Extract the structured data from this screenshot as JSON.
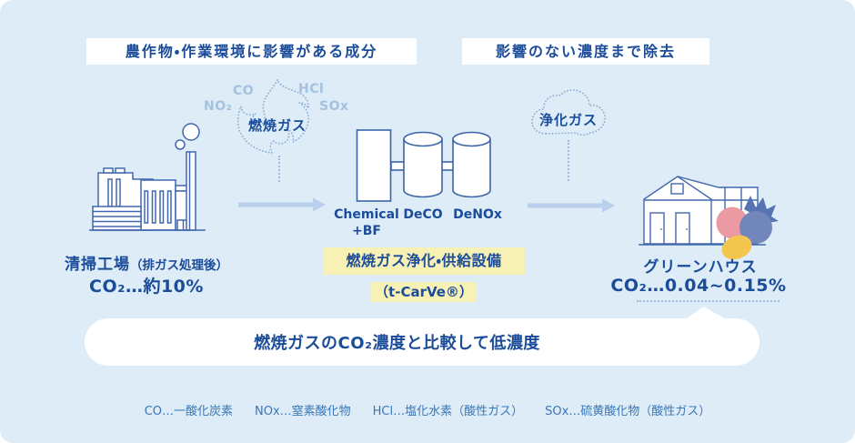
{
  "colors": {
    "panel_background": "#ddecf6",
    "dark_blue_text": "#1b4c9a",
    "illustration_line_blue": "#4168ae",
    "light_gas_text": "#a3c2e0",
    "arrow_blue": "#b9cfec",
    "highlight_yellow": "#f8f1b6",
    "legend_blue": "#3a76b8",
    "strawberry_pink": "#eb9aa4",
    "strawberry_blue": "#7186ba",
    "strawberry_yellow": "#f3c64e"
  },
  "header": {
    "left_tag": "農作物・作業環境に影響がある成分",
    "right_tag": "影響のない濃度まで除去"
  },
  "flue_gas": {
    "label": "燃焼ガス",
    "gas_co": "CO",
    "gas_no2": "NO₂",
    "gas_hcl": "HCl",
    "gas_sox": "SOx"
  },
  "clean_gas": {
    "label": "浄化ガス"
  },
  "factory": {
    "title": "清掃工場",
    "title_note": "（排ガス処理後）",
    "co2_value": "CO₂…約10%"
  },
  "equipment": {
    "unit1_line1": "Chemical",
    "unit1_line2": "+BF",
    "unit2": "DeCO",
    "unit3": "DeNOx",
    "label": "燃焼ガス浄化・供給設備",
    "brand": "（t-CarVe®）"
  },
  "greenhouse": {
    "title": "グリーンハウス",
    "co2_value": "CO₂…0.04~0.15%"
  },
  "callout": {
    "text": "燃焼ガスのCO₂濃度と比較して低濃度"
  },
  "legend": {
    "items": [
      "CO…一酸化炭素",
      "NOx…窒素酸化物",
      "HCl…塩化水素（酸性ガス）",
      "SOx…硫黄酸化物（酸性ガス）"
    ]
  }
}
